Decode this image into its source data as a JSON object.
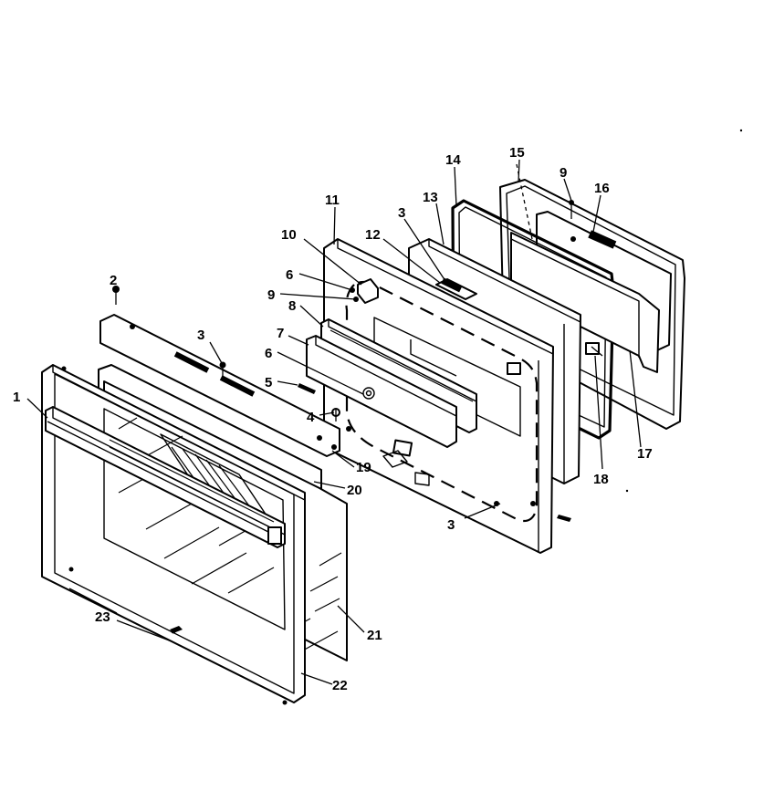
{
  "diagram": {
    "callouts": [
      {
        "id": "c1",
        "label": "1"
      },
      {
        "id": "c2",
        "label": "2"
      },
      {
        "id": "c3a",
        "label": "3"
      },
      {
        "id": "c3b",
        "label": "3"
      },
      {
        "id": "c3c",
        "label": "3"
      },
      {
        "id": "c4",
        "label": "4"
      },
      {
        "id": "c5",
        "label": "5"
      },
      {
        "id": "c6a",
        "label": "6"
      },
      {
        "id": "c6b",
        "label": "6"
      },
      {
        "id": "c7",
        "label": "7"
      },
      {
        "id": "c8",
        "label": "8"
      },
      {
        "id": "c9a",
        "label": "9"
      },
      {
        "id": "c9b",
        "label": "9"
      },
      {
        "id": "c10",
        "label": "10"
      },
      {
        "id": "c11",
        "label": "11"
      },
      {
        "id": "c12",
        "label": "12"
      },
      {
        "id": "c13",
        "label": "13"
      },
      {
        "id": "c14",
        "label": "14"
      },
      {
        "id": "c15",
        "label": "15"
      },
      {
        "id": "c16",
        "label": "16"
      },
      {
        "id": "c17",
        "label": "17"
      },
      {
        "id": "c18",
        "label": "18"
      },
      {
        "id": "c19",
        "label": "19"
      },
      {
        "id": "c20",
        "label": "20"
      },
      {
        "id": "c21",
        "label": "21"
      },
      {
        "id": "c22",
        "label": "22"
      },
      {
        "id": "c23",
        "label": "23"
      }
    ]
  }
}
